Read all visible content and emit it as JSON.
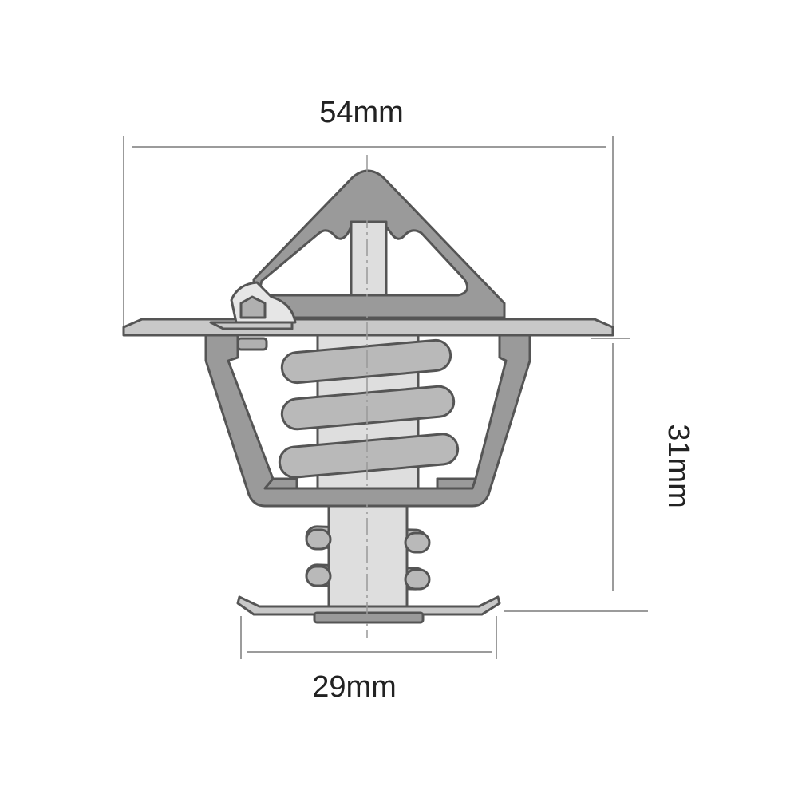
{
  "dimensions": {
    "top_width": "54mm",
    "height": "31mm",
    "bottom_width": "29mm"
  },
  "colors": {
    "outline": "#555555",
    "body_fill": "#9a9a9a",
    "plate_fill": "#c8c8c8",
    "stem_fill": "#dedede",
    "spring_fill": "#b9b9b9",
    "dimension_line": "#7a7a7a",
    "label_text": "#222222"
  }
}
